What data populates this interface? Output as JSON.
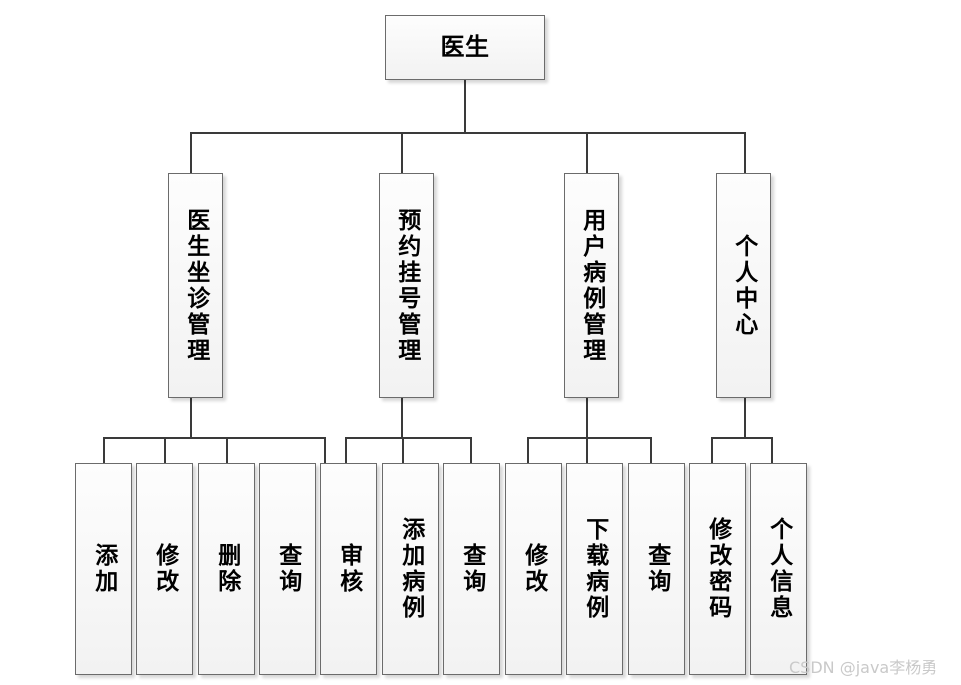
{
  "diagram": {
    "type": "tree-hierarchy-chart",
    "title": "医生",
    "root": {
      "label": "医生",
      "orientation": "horizontal"
    },
    "level2": [
      {
        "label": "医生坐诊管理",
        "orientation": "vertical"
      },
      {
        "label": "预约挂号管理",
        "orientation": "vertical"
      },
      {
        "label": "用户病例管理",
        "orientation": "vertical"
      },
      {
        "label": "个人中心",
        "orientation": "vertical"
      }
    ],
    "leaves": [
      {
        "label": "添加",
        "parent": "医生坐诊管理"
      },
      {
        "label": "修改",
        "parent": "医生坐诊管理"
      },
      {
        "label": "删除",
        "parent": "医生坐诊管理"
      },
      {
        "label": "查询",
        "parent": "医生坐诊管理"
      },
      {
        "label": "审核",
        "parent": "预约挂号管理"
      },
      {
        "label": "添加病例",
        "parent": "预约挂号管理"
      },
      {
        "label": "查询",
        "parent": "预约挂号管理"
      },
      {
        "label": "修改",
        "parent": "用户病例管理"
      },
      {
        "label": "下载病例",
        "parent": "用户病例管理"
      },
      {
        "label": "查询",
        "parent": "用户病例管理"
      },
      {
        "label": "修改密码",
        "parent": "个人中心"
      },
      {
        "label": "个人信息",
        "parent": "个人中心"
      }
    ]
  },
  "watermark": {
    "text": "CSDN @java李杨勇"
  },
  "colors": {
    "box_border": "#6b6b6b",
    "box_fill_top": "#fdfdfd",
    "box_fill_bottom": "#f2f2f2",
    "connector": "#3a3a3a",
    "text": "#000000",
    "watermark": "#c9c9c9",
    "background": "#ffffff"
  }
}
